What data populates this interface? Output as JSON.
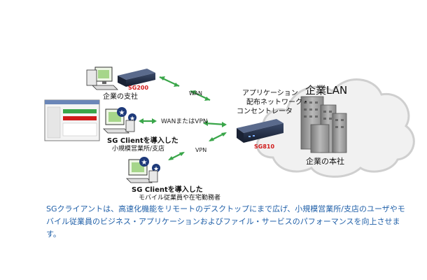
{
  "nodes": {
    "branch_office": {
      "label": "企業の支社",
      "device": "SG200"
    },
    "small_office": {
      "title": "SG Clientを導入した",
      "subtitle": "小規模営業所/支店"
    },
    "mobile": {
      "title": "SG Clientを導入した",
      "subtitle": "モバイル従業員や在宅勤務者"
    },
    "appliance": {
      "line1": "アプリケーション",
      "line2": "配布ネットワーク・",
      "line3": "コンセントレータ",
      "device": "SG810"
    },
    "headquarters": {
      "lan": "企業LAN",
      "label": "企業の本社"
    }
  },
  "links": {
    "wan": "WAN",
    "wan_or_vpn": "WANまたはVPN",
    "vpn": "VPN"
  },
  "caption": {
    "line1": "SGクライアントは、高速化機能をリモートのデスクトップにまで広げ、小規模営業所/支店のユーザやモ",
    "line2": "バイル従業員のビジネス・アプリケーションおよびファイル・サービスのパフォーマンスを向上させます。"
  },
  "colors": {
    "arrow": "#3aa64a",
    "device_red": "#d11a1a",
    "caption": "#1f5fa8",
    "cloud": "#cfcfcf"
  }
}
